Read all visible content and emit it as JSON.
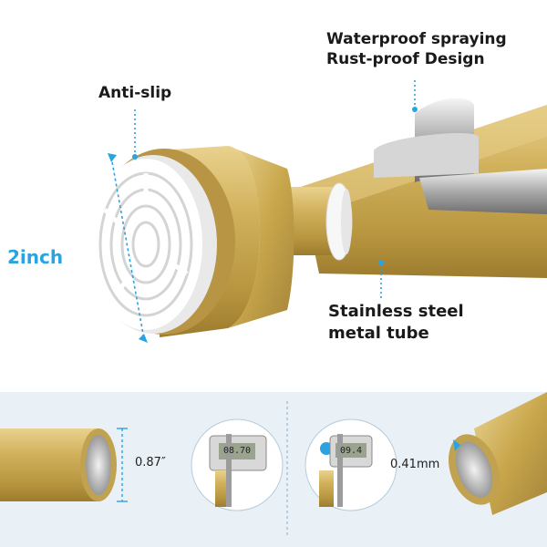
{
  "labels": {
    "waterproof_line1": "Waterproof spraying",
    "waterproof_line2": "Rust-proof Design",
    "anti_slip": "Anti-slip",
    "diameter": "2inch",
    "stainless_line1": "Stainless steel",
    "stainless_line2": "metal tube",
    "outer_tube_dia": "0.87″",
    "inner_tube_dia": "0.41mm"
  },
  "caliper_readouts": {
    "left": "08.70",
    "right": "09.4"
  },
  "colors": {
    "gold": "#c9a74c",
    "accent_blue": "#2aa3e0",
    "band": "#e9f1f7",
    "bumper": "#ffffff"
  }
}
